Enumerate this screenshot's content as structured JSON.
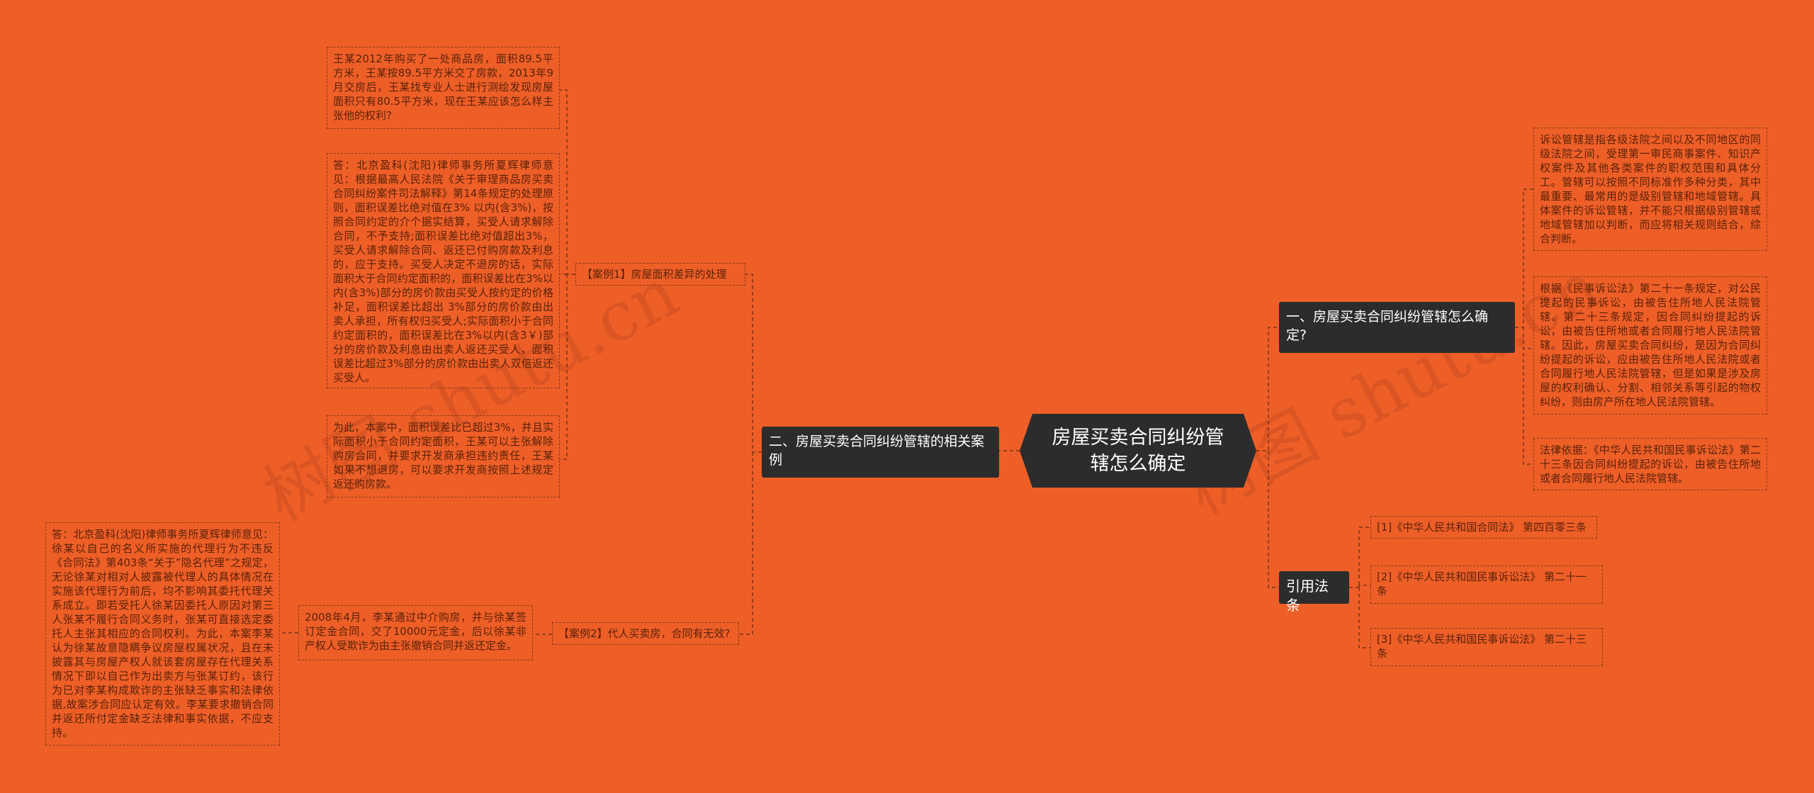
{
  "root": {
    "title": "房屋买卖合同纠纷管辖怎么确定"
  },
  "left": {
    "branch_title": "二、房屋买卖合同纠纷管辖的相关案例",
    "case1": {
      "label": "【案例1】房屋面积差异的处理",
      "question": "王某2012年购买了一处商品房，面积89.5平方米，王某按89.5平方米交了房款，2013年9月交房后，王某找专业人士进行测绘发现房屋面积只有80.5平方米，现在王某应该怎么样主张他的权利?",
      "answer": "答：北京盈科(沈阳)律师事务所夏辉律师意见：根据最高人民法院《关于审理商品房买卖合同纠纷案件司法解释》第14条规定的处理原则，面积误差比绝对值在3% 以内(含3%)，按照合同约定的介个据实结算，买受人请求解除合同，不予支持;面积误差比绝对值超出3%，买受人请求解除合同、返还已付购房款及利息的，应于支持。买受人决定不退房的话，实际面积大于合同约定面积的，面积误差比在3%以内(含3%)部分的房价款由买受人按约定的价格补足，面积误差比超出 3%部分的房价款由出卖人承担，所有权归买受人;实际面积小于合同约定面积的，面积误差比在3%以内(含3￥)部分的房价款及利息由出卖人返还买受人，面积误差比超过3%部分的房价款由出卖人双倍返还买受人。",
      "conclusion": "为此，本案中，面积误差比已超过3%，并且实际面积小于合同约定面积，王某可以主张解除购房合同，并要求开发商承担违约责任，王某如果不想退房，可以要求开发商按照上述规定返还购房款。"
    },
    "case2": {
      "label": "【案例2】代人买卖房，合同有无效?",
      "question": "2008年4月，李某通过中介购房，并与徐某签订定金合同，交了10000元定金，后以徐某非产权人受欺诈为由主张撤销合同并返还定金。",
      "answer": "答：北京盈科(沈阳)律师事务所夏辉律师意见：徐某以自己的名义所实施的代理行为不违反《合同法》第403条“关于”隐名代理”之规定，无论徐某对相对人披露被代理人的具体情况在实施该代理行为前后，均不影响其委托代理关系成立。即若受托人徐某因委托人原因对第三人张某不履行合同义务时，张某可直接选定委托人主张其相应的合同权利。为此，本案李某认为徐某故意隐瞒争议房屋权属状况，且在未披露其与房屋产权人就该套房屋存在代理关系情况下即以自己作为出卖方与张某订约，该行为已对李某构成欺诈的主张缺乏事实和法律依据,故案涉合同应认定有效。李某要求撤销合同并返还所付定金缺乏法律和事实依据，不应支持。"
    }
  },
  "right": {
    "branch1": {
      "title": "一、房屋买卖合同纠纷管辖怎么确定?",
      "leaf1": "诉讼管辖是指各级法院之间以及不同地区的同级法院之间，受理第一审民商事案件、知识产权案件及其他各类案件的职权范围和具体分工。管辖可以按照不同标准作多种分类，其中最重要、最常用的是级别管辖和地域管辖。具体案件的诉讼管辖，并不能只根据级别管辖或地域管辖加以判断，而应将相关规则结合，综合判断。",
      "leaf2": "根据《民事诉讼法》第二十一条规定，对公民提起的民事诉讼，由被告住所地人民法院管辖。第二十三条规定，因合同纠纷提起的诉讼，由被告住所地或者合同履行地人民法院管辖。因此，房屋买卖合同纠纷，是因为合同纠纷提起的诉讼，应由被告住所地人民法院或者合同履行地人民法院管辖，但是如果是涉及房屋的权利确认、分割、相邻关系等引起的物权纠纷，则由房产所在地人民法院管辖。",
      "leaf3": "法律依据：《中华人民共和国民事诉讼法》第二十三条因合同纠纷提起的诉讼，由被告住所地或者合同履行地人民法院管辖。"
    },
    "branch2": {
      "title": "引用法条",
      "refs": [
        "[1]《中华人民共和国合同法》 第四百零三条",
        "[2]《中华人民共和国民事诉讼法》 第二十一条",
        "[3]《中华人民共和国民事诉讼法》 第二十三条"
      ]
    }
  },
  "watermarks": [
    "树图 shutu.cn",
    "树图 shutu.cn"
  ],
  "colors": {
    "background": "#EE5F28",
    "node_dark": "#2C2C2C",
    "line": "#7A3415"
  }
}
